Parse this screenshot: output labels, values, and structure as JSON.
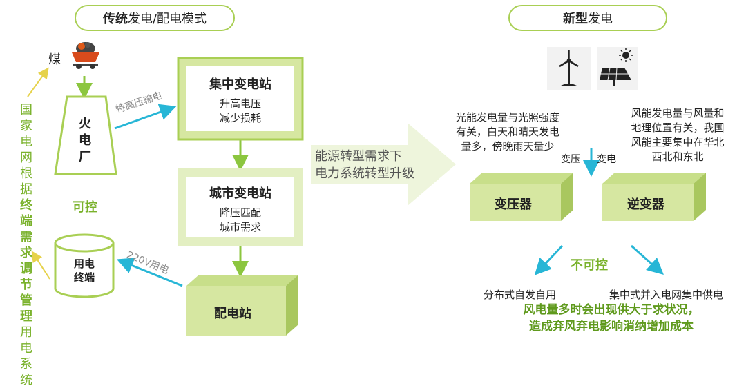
{
  "left_header": {
    "bold": "传统",
    "rest": "发电/配电模式"
  },
  "right_header": {
    "bold": "新型",
    "rest": "发电"
  },
  "coal_label": "煤",
  "feedback_text": [
    {
      "t": "国",
      "s": "n"
    },
    {
      "t": "家",
      "s": "n"
    },
    {
      "t": "电",
      "s": "n"
    },
    {
      "t": "网",
      "s": "n"
    },
    {
      "t": "根",
      "s": "n"
    },
    {
      "t": "据",
      "s": "n"
    },
    {
      "t": "终",
      "s": "b"
    },
    {
      "t": "端",
      "s": "b"
    },
    {
      "t": "需",
      "s": "b"
    },
    {
      "t": "求",
      "s": "b"
    },
    {
      "t": "调",
      "s": "b"
    },
    {
      "t": "节",
      "s": "b"
    },
    {
      "t": "管",
      "s": "b"
    },
    {
      "t": "理",
      "s": "b"
    },
    {
      "t": "用",
      "s": "n"
    },
    {
      "t": "电",
      "s": "n"
    },
    {
      "t": "系",
      "s": "n"
    },
    {
      "t": "统",
      "s": "n"
    }
  ],
  "power_plant": {
    "chars": [
      "火",
      "电",
      "厂"
    ]
  },
  "controllable_label": "可控",
  "uhv_label": "特高压输电",
  "central_substation": {
    "title": "集中变电站",
    "line1": "升高电压",
    "line2": "减少损耗"
  },
  "city_substation": {
    "title": "城市变电站",
    "line1": "降压匹配",
    "line2": "城市需求"
  },
  "distribution_station": {
    "title": "配电站"
  },
  "terminal": {
    "line1": "用电",
    "line2": "终端"
  },
  "v220_label": "220V用电",
  "transition": {
    "line1": "能源转型需求下",
    "line2": "电力系统转型升级"
  },
  "solar_note": {
    "line1": "光能发电量与光照强度",
    "line2": "有关，白天和晴天发电",
    "line3": "量多，傍晚雨天量少"
  },
  "wind_note": {
    "line1": "风能发电量与风量和",
    "line2": "地理位置有关，我国",
    "line3": "风能主要集中在华北",
    "line4": "西北和东北"
  },
  "transform_left": "变压",
  "transform_right": "变电",
  "transformer": {
    "title": "变压器"
  },
  "inverter": {
    "title": "逆变器"
  },
  "uncontrollable_label": "不可控",
  "distributed_label": "分布式自发自用",
  "centralized_label": "集中式并入电网集中供电",
  "conclusion": {
    "line1": "风电量多时会出现供大于求状况，",
    "line2": "造成弃风弃电影响消纳增加成本"
  },
  "colors": {
    "green_border": "#a9cf54",
    "cube_face": "#d6e7a1",
    "cube_side": "#b7d26a",
    "cyan": "#27b6d6",
    "text_green": "#7ab22c"
  }
}
